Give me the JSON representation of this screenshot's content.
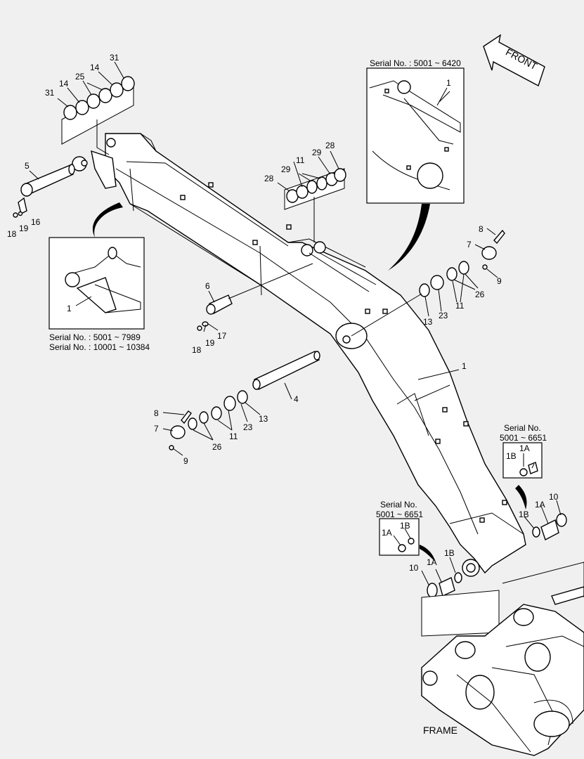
{
  "colors": {
    "background": "#f0f0f0",
    "line": "#000000",
    "fill": "#ffffff"
  },
  "insets": {
    "top_right_serial": "Serial No. : 5001 ~ 6420",
    "left_serial_1": "Serial No. : 5001 ~ 7989",
    "left_serial_2": "Serial No. : 10001 ~ 10384",
    "bush_right_title": "Serial No.",
    "bush_right_range": "5001 ~ 6651",
    "bush_left_title": "Serial No.",
    "bush_left_range": "5001 ~ 6651"
  },
  "labels": {
    "front": "FRONT",
    "frame": "FRAME"
  },
  "callouts": {
    "c31a": "31",
    "c14a": "14",
    "c25": "25",
    "c14b": "14",
    "c31b": "31",
    "c5": "5",
    "c16": "16",
    "c19a": "19",
    "c18a": "18",
    "c28a": "28",
    "c29a": "29",
    "c11a": "11",
    "c29b": "29",
    "c28b": "28",
    "c1_topinset": "1",
    "c1_leftinset": "1",
    "c6": "6",
    "c17": "17",
    "c19b": "19",
    "c18b": "18",
    "c8a": "8",
    "c7a": "7",
    "c9a": "9",
    "c13a": "13",
    "c23a": "23",
    "c11b": "11",
    "c26a": "26",
    "c1_boom": "1",
    "c4": "4",
    "c8b": "8",
    "c7b": "7",
    "c9b": "9",
    "c26b": "26",
    "c11c": "11",
    "c23b": "23",
    "c13b": "13",
    "c1A_r": "1A",
    "c1B_r": "1B",
    "c1A_r2": "1A",
    "c1B_r2": "1B",
    "c10_r": "10",
    "c1A_l": "1A",
    "c1B_l": "1B",
    "c1A_l2": "1A",
    "c1B_l2": "1B",
    "c10_l": "10"
  }
}
